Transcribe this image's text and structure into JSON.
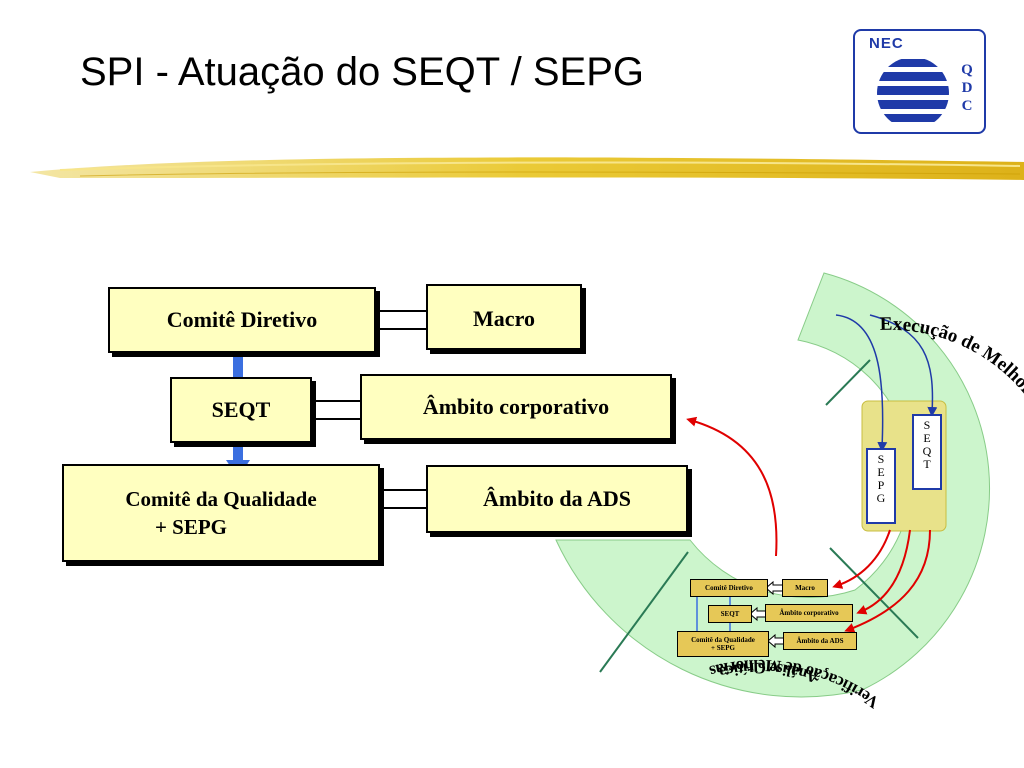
{
  "slide": {
    "title": "SPI -  Atuação do SEQT / SEPG"
  },
  "logo": {
    "brand": "NEC",
    "letters": [
      "Q",
      "D",
      "C"
    ]
  },
  "main_diagram": {
    "left": {
      "comite_diretivo": "Comitê Diretivo",
      "seqt": "SEQT",
      "comite_qualidade_line1": "Comitê da Qualidade",
      "comite_qualidade_line2": "+ SEPG"
    },
    "right": {
      "macro": "Macro",
      "ambito_corporativo": "Âmbito corporativo",
      "ambito_ads": "Âmbito da ADS"
    }
  },
  "cycle": {
    "label_execucao": "Execução de Melhorias",
    "label_analise": "Análise Crítica",
    "label_verificacao": "Verificação de Melhorias",
    "sepg_letters": [
      "S",
      "E",
      "P",
      "G"
    ],
    "seqt_letters": [
      "S",
      "E",
      "Q",
      "T"
    ],
    "mini": {
      "comite_diretivo": "Comitê Diretivo",
      "seqt": "SEQT",
      "comite_qualidade_line1": "Comitê da Qualidade",
      "comite_qualidade_line2": "+ SEPG",
      "macro": "Macro",
      "ambito_corporativo": "Âmbito corporativo",
      "ambito_ads": "Âmbito da ADS"
    }
  },
  "colors": {
    "box_fill": "#ffffc0",
    "mini_fill": "#e6c857",
    "ring_fill": "#ccf5cc",
    "blue_arrow": "#3b6fe0",
    "red_arrow": "#e00000",
    "logo_blue": "#1f3aa8"
  }
}
